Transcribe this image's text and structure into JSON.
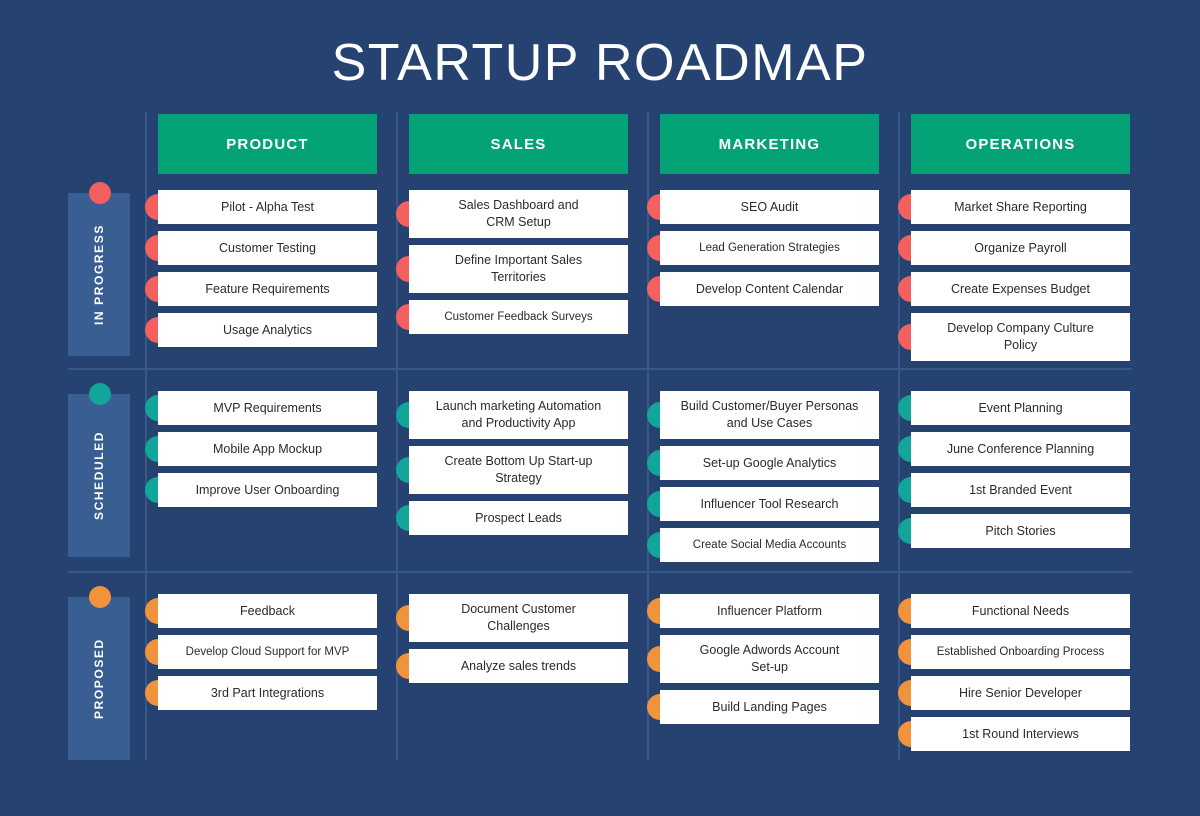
{
  "title": "STARTUP ROADMAP",
  "colors": {
    "background": "#254270",
    "header_green": "#03A277",
    "label_bar_blue": "#395F92",
    "grid_line": "#3b5c8c",
    "card_white": "#FFFFFF",
    "in_progress": "#F4605E",
    "scheduled": "#11A699",
    "proposed": "#F0933C"
  },
  "columns": [
    {
      "label": "PRODUCT"
    },
    {
      "label": "SALES"
    },
    {
      "label": "MARKETING"
    },
    {
      "label": "OPERATIONS"
    }
  ],
  "phases": [
    {
      "label": "IN PROGRESS",
      "color": "#F4605E",
      "tasks": {
        "PRODUCT": [
          "Pilot - Alpha Test",
          "Customer Testing",
          "Feature Requirements",
          "Usage Analytics"
        ],
        "SALES": [
          "Sales Dashboard and CRM Setup",
          "Define Important Sales Territories",
          "Customer Feedback Surveys"
        ],
        "MARKETING": [
          "SEO Audit",
          "Lead Generation Strategies",
          "Develop Content Calendar"
        ],
        "OPERATIONS": [
          "Market Share Reporting",
          "Organize Payroll",
          "Create Expenses Budget",
          "Develop Company Culture Policy"
        ]
      }
    },
    {
      "label": "SCHEDULED",
      "color": "#11A699",
      "tasks": {
        "PRODUCT": [
          "MVP Requirements",
          "Mobile App Mockup",
          "Improve User Onboarding"
        ],
        "SALES": [
          "Launch marketing Automation and Productivity App",
          "Create Bottom Up Start-up Strategy",
          "Prospect Leads"
        ],
        "MARKETING": [
          "Build Customer/Buyer Personas and Use Cases",
          "Set-up Google Analytics",
          "Influencer Tool Research",
          "Create Social Media Accounts"
        ],
        "OPERATIONS": [
          "Event Planning",
          "June Conference Planning",
          "1st Branded Event",
          "Pitch Stories"
        ]
      }
    },
    {
      "label": "PROPOSED",
      "color": "#F0933C",
      "tasks": {
        "PRODUCT": [
          "Feedback",
          "Develop Cloud Support for MVP",
          "3rd Part Integrations"
        ],
        "SALES": [
          "Document Customer Challenges",
          "Analyze sales trends"
        ],
        "MARKETING": [
          "Influencer Platform",
          "Google Adwords Account Set-up",
          "Build Landing Pages"
        ],
        "OPERATIONS": [
          "Functional Needs",
          "Established Onboarding Process",
          "Hire Senior Developer",
          "1st Round Interviews"
        ]
      }
    }
  ]
}
